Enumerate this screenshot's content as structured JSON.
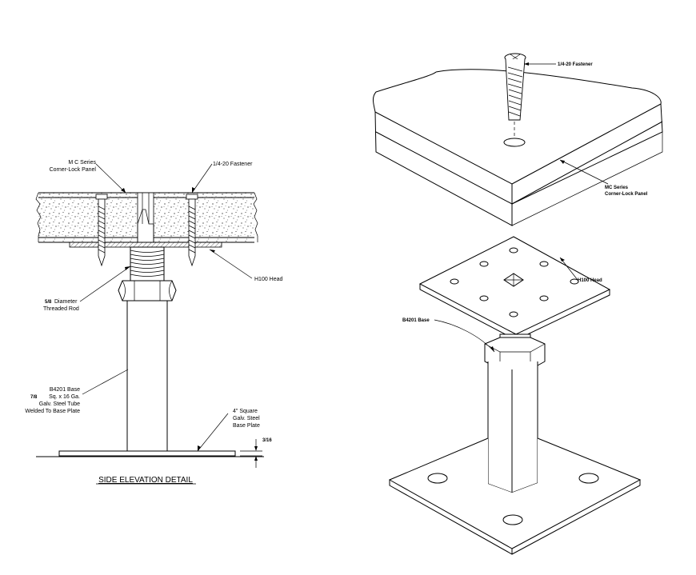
{
  "side": {
    "label_panel_1": "M C Series",
    "label_panel_2": "Corner-Lock Panel",
    "label_fastener": "1/4-20 Fastener",
    "label_head": "H100 Head",
    "label_rod_frac": "5/8",
    "label_rod_1": "Diameter",
    "label_rod_2": "Threaded Rod",
    "label_base_1": "B4201 Base",
    "label_base_frac": "7/8",
    "label_base_2": "Sq. x 16 Ga.",
    "label_base_3": "Galv. Steel Tube",
    "label_base_4": "Welded To Base Plate",
    "label_plate_1": "4\" Square",
    "label_plate_2": "Galv. Steel",
    "label_plate_3": "Base Plate",
    "label_thk": "3/16",
    "title": "SIDE ELEVATION DETAIL"
  },
  "iso": {
    "label_fastener": "1/4-20 Fastener",
    "label_panel_1": "MC Series",
    "label_panel_2": "Corner-Lock Panel",
    "label_head": "H100 Head",
    "label_base": "B4201 Base"
  }
}
